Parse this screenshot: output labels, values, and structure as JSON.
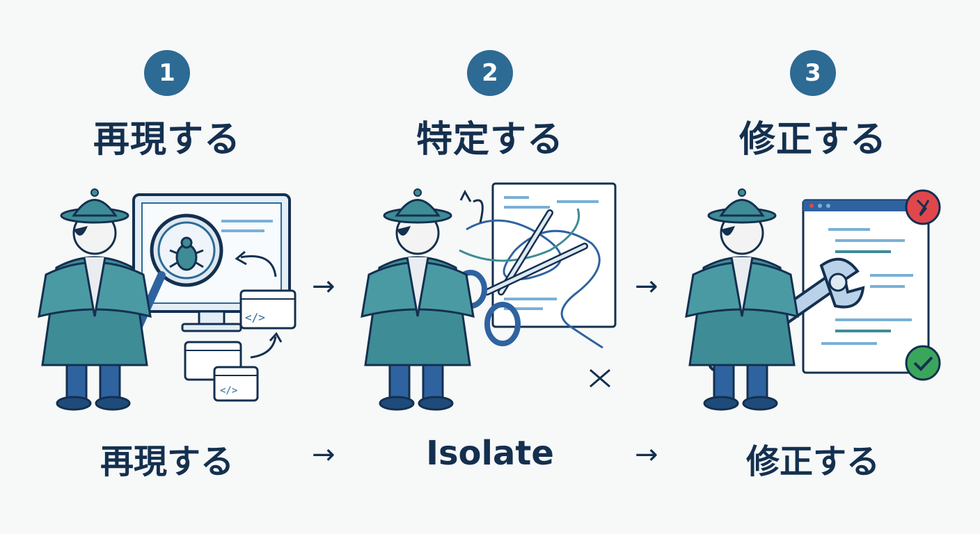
{
  "steps": [
    {
      "number": "1",
      "title": "再現する",
      "label": "再現する"
    },
    {
      "number": "2",
      "title": "特定する",
      "label": "Isolate"
    },
    {
      "number": "3",
      "title": "修正する",
      "label": "修正する"
    }
  ],
  "arrows": {
    "glyph": "→"
  },
  "code_glyph": "</>",
  "colors": {
    "badge": "#2d6a94",
    "text": "#14304f",
    "teal": "#3e8c96",
    "blue": "#2e63a0",
    "screen": "#e3eef7",
    "error": "#e0474c",
    "ok": "#3aa65b"
  }
}
